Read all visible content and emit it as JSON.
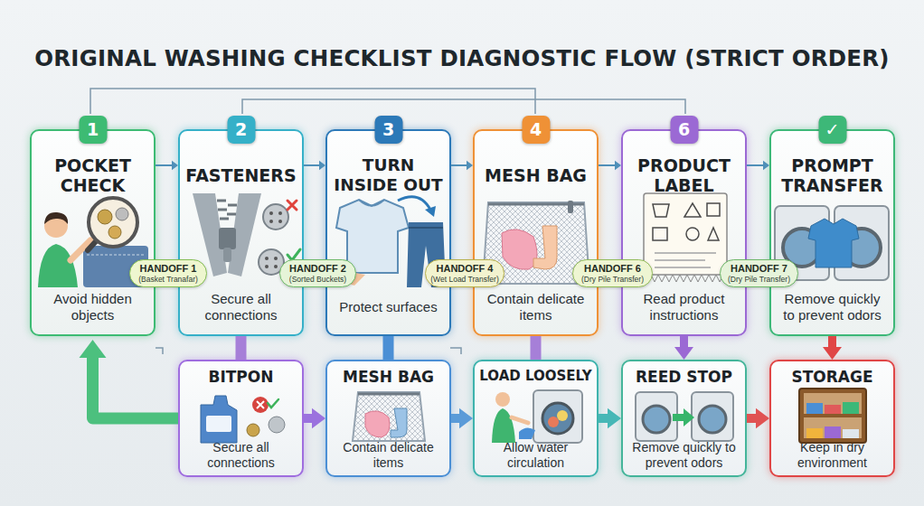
{
  "diagram": {
    "title": "ORIGINAL WASHING CHECKLIST DIAGNOSTIC FLOW (STRICT ORDER)",
    "nodes": [
      {
        "text": [
          "1",
          "POCKET CHECK",
          "Avoid hidden objects"
        ]
      },
      {
        "text": [
          "HANDOFF 1",
          "(Basket Tranafar)"
        ]
      },
      {
        "text": [
          "2",
          "FASTENERS",
          "Secure all connections"
        ]
      },
      {
        "text": [
          "HANDOFF 2",
          "(Sorted Buckets)"
        ]
      },
      {
        "text": [
          "3",
          "TURN INSIDE OUT",
          "Protect surfaces"
        ]
      },
      {
        "text": [
          "HANDOFF 4",
          "(Wet Load Transfer)"
        ]
      },
      {
        "text": [
          "4",
          "MESH BAG",
          "Contain delicate items"
        ]
      },
      {
        "text": [
          "HANDOFF 6",
          "(Dry Pile Transfer)"
        ]
      },
      {
        "text": [
          "6",
          "PRODUCT LABEL",
          "Read product instructions"
        ]
      },
      {
        "text": [
          "HANDOFF 7",
          "(Dry Pile Transfer)"
        ]
      },
      {
        "text": [
          "✓",
          "PROMPT TRANSFER",
          "Remove quickly to prevent odors"
        ]
      },
      {
        "text": [
          "BITPON",
          "Secure all connections"
        ]
      },
      {
        "text": [
          "MESH BAG",
          "Contain delicate items"
        ]
      },
      {
        "text": [
          "LOAD LOOSELY",
          "Allow water circulation"
        ]
      },
      {
        "text": [
          "REED STOP",
          "Remove quickly to prevent odors"
        ]
      },
      {
        "text": [
          "STORAGE",
          "Keep in dry environment"
        ]
      }
    ],
    "edges": [
      {
        "from": 0,
        "to": 2,
        "arrow": "to"
      },
      {
        "from": 2,
        "to": 4,
        "arrow": "to"
      },
      {
        "from": 4,
        "to": 6,
        "arrow": "to"
      },
      {
        "from": 6,
        "to": 8,
        "arrow": "to"
      },
      {
        "from": 8,
        "to": 10,
        "arrow": "to"
      },
      {
        "from": 2,
        "to": 11,
        "arrow": "none"
      },
      {
        "from": 4,
        "to": 12,
        "arrow": "none"
      },
      {
        "from": 6,
        "to": 13,
        "arrow": "none"
      },
      {
        "from": 8,
        "to": 14,
        "arrow": "to"
      },
      {
        "from": 10,
        "to": 15,
        "arrow": "to"
      },
      {
        "from": 11,
        "to": 12,
        "arrow": "to"
      },
      {
        "from": 12,
        "to": 13,
        "arrow": "to"
      },
      {
        "from": 13,
        "to": 14,
        "arrow": "to"
      },
      {
        "from": 14,
        "to": 15,
        "arrow": "to"
      },
      {
        "from": 11,
        "to": 0,
        "arrow": "to"
      }
    ]
  }
}
